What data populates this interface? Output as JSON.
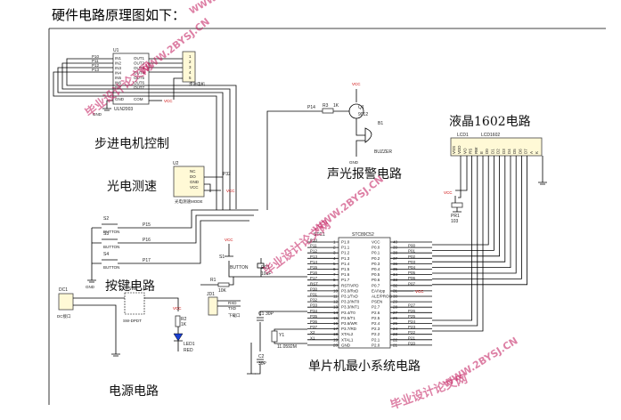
{
  "heading": "硬件电路原理图如下：",
  "blocks": {
    "stepper": "步进电机控制",
    "buzzer": "声光报警电路",
    "lcd": "液晶1602电路",
    "photo": "光电测速",
    "keys": "按键电路",
    "mcu": "单片机最小系统电路",
    "power": "电源电路"
  },
  "watermark": {
    "cn": "毕业设计论文网",
    "en": "WWW.2BYSJ.CN"
  },
  "components": {
    "u1_ref": "U1",
    "u1_part": "ULN2003",
    "u1_in": [
      "IN1",
      "IN2",
      "IN3",
      "IN4",
      "IN5",
      "IN6",
      "IN7"
    ],
    "u1_out": [
      "OUT1",
      "OUT2",
      "OUT3",
      "OUT4",
      "OUT5",
      "OUT6",
      "OUT7"
    ],
    "u1_gnd": "GND",
    "u1_com": "COM",
    "motor_ports": [
      "P10",
      "P11",
      "P12",
      "P13"
    ],
    "motor_label": "步进电机",
    "motor_pins": [
      "1",
      "2",
      "3",
      "4",
      "5"
    ],
    "vcc": "VCC",
    "gnd": "GND",
    "q1_ref": "Q1",
    "q1_part": "9012",
    "r3": "R3",
    "r3_val": "1K",
    "p14": "P14",
    "b1": "B1",
    "buzzer_part": "BUZZER",
    "lcd_ref": "LCD1",
    "lcd_part": "LCD1602",
    "lcd_pins": [
      "VSS",
      "VDD",
      "VO",
      "RS",
      "RW",
      "E",
      "D0",
      "D1",
      "D2",
      "D3",
      "D4",
      "D5",
      "D6",
      "D7",
      "A",
      "K"
    ],
    "pr1": "PR1",
    "pr1_val": "103",
    "u2_ref": "U2",
    "u2_pins": [
      "NC",
      "DO",
      "GND",
      "VCC"
    ],
    "u2_label": "光电测速MODE",
    "p32": "P32",
    "s2": "S2",
    "s3": "S3",
    "s4": "S4",
    "button": "BUTTON",
    "p15": "P15",
    "p16": "P16",
    "p17": "P17",
    "s1": "S1",
    "r1": "R1",
    "r1_val": "10K",
    "ec1": "EC1",
    "ec1_val": "10uF",
    "jd1": "JD1",
    "jd1_label": "下载口",
    "rxd": "RXD",
    "txd": "TXD",
    "mcu_ref": "STC1",
    "mcu_part": "STC89C52",
    "mcu_left": [
      "P1.0",
      "P1.1",
      "P1.2",
      "P1.3",
      "P1.4",
      "P1.5",
      "P1.6",
      "P1.7",
      "RST/VPD",
      "P3.0/RxD",
      "P3.1/TxD",
      "P3.2/INT0",
      "P3.3/INT1",
      "P3.4/T0",
      "P3.5/T1",
      "P3.6/WR",
      "P3.7/RD",
      "XTAL2",
      "XTAL1",
      "GND"
    ],
    "mcu_right": [
      "VCC",
      "P0.0",
      "P0.1",
      "P0.2",
      "P0.3",
      "P0.4",
      "P0.5",
      "P0.6",
      "P0.7",
      "EA/Vpp",
      "ALE/PROG",
      "PSEN",
      "P2.7",
      "P2.6",
      "P2.5",
      "P2.4",
      "P2.3",
      "P2.2",
      "P2.1",
      "P2.0"
    ],
    "mcu_left_nets": [
      "P10",
      "P11",
      "P12",
      "P13",
      "P14",
      "P15",
      "P16",
      "P17",
      "RST",
      "P30",
      "P31",
      "P32",
      "P33",
      "P34",
      "P35",
      "P36",
      "P37",
      "X2",
      "X1",
      ""
    ],
    "mcu_right_nets": [
      "",
      "P00",
      "P01",
      "P02",
      "P03",
      "P04",
      "P05",
      "P06",
      "P07",
      "",
      "",
      "",
      "P27",
      "P26",
      "P25",
      "P24",
      "P23",
      "P22",
      "P21",
      "P20"
    ],
    "c1": "C1",
    "c1_val": "30P",
    "c2": "C2",
    "c2_val": "30P",
    "y1": "Y1",
    "y1_val": "11.0592M",
    "dc1": "DC1",
    "dc_label": "DC接口",
    "sw1": "SW1",
    "sw_label": "SW-DPDT",
    "r2": "R2",
    "r2_val": "1K",
    "led1": "LED1",
    "led_color": "RED"
  }
}
